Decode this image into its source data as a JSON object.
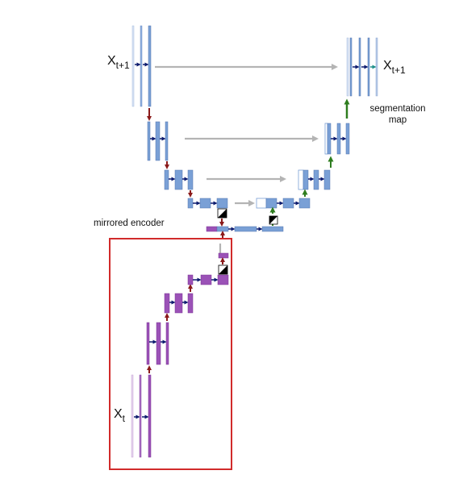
{
  "labels": {
    "input_top": {
      "base": "X",
      "sub": "t+1"
    },
    "output_top": {
      "base": "X",
      "sub": "t+1"
    },
    "input_bottom": {
      "base": "X",
      "sub": "t"
    },
    "segmentation": "segmentation\nmap",
    "mirrored_encoder": "mirrored encoder"
  },
  "colors": {
    "blue_block": "#7aa0d6",
    "blue_edge": "#5577b0",
    "purple_block": "#9b52b7",
    "purple_edge": "#7b3596",
    "conv_arrow": "#0d1b6e",
    "down_arrow": "#8b1a1a",
    "up_arrow": "#2e7d1f",
    "skip_arrow": "#b4b4b4",
    "frame": "#d12b2b"
  },
  "icons": [
    "conv-arrow-icon",
    "maxpool-arrow-icon",
    "upsample-arrow-icon",
    "skip-connection-arrow-icon",
    "concat-arrow-icon",
    "transpose-conv-icon"
  ]
}
